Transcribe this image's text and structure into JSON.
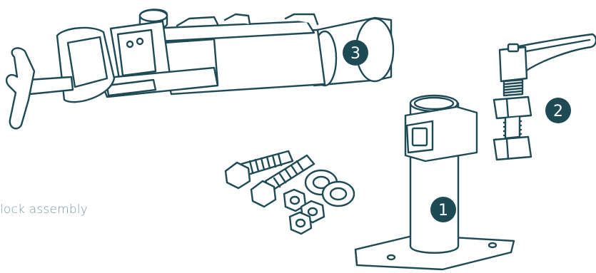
{
  "caption": "lock assembly",
  "colors": {
    "stroke": "#1e4a55",
    "fill": "#ffffff",
    "badge": "#1e4a55",
    "caption": "#7a9aa0"
  },
  "parts": [
    {
      "number": "1",
      "name": "post-base-mount"
    },
    {
      "number": "2",
      "name": "clamp-lever"
    },
    {
      "number": "3",
      "name": "clamp-block"
    }
  ],
  "hardware": {
    "name": "bolts-and-nuts"
  }
}
